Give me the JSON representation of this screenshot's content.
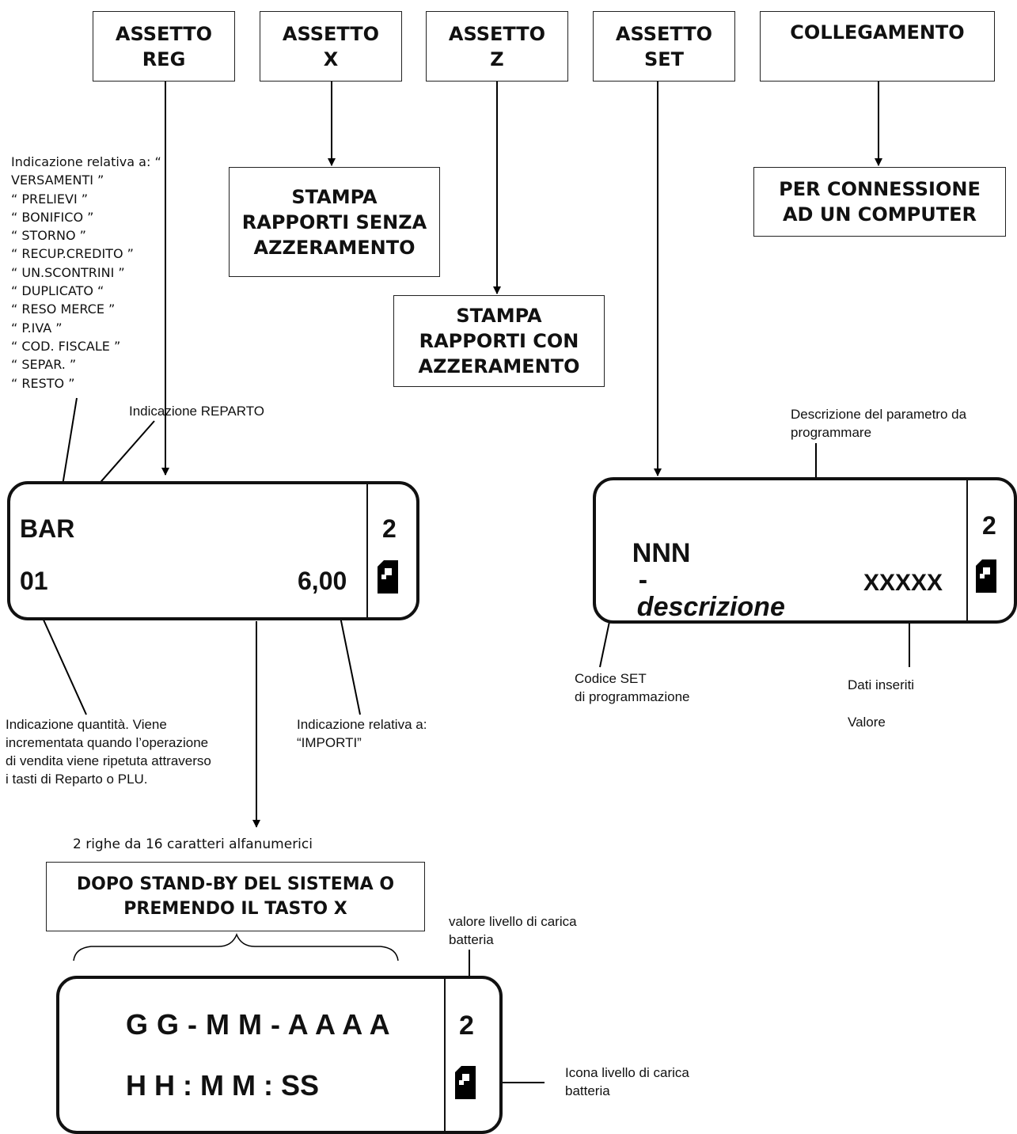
{
  "modes": {
    "reg": "ASSETTO\nREG",
    "x": "ASSETTO\nX",
    "z": "ASSETTO\nZ",
    "set": "ASSETTO\nSET",
    "link": "COLLEGAMENTO"
  },
  "results": {
    "x": "STAMPA\nRAPPORTI SENZA\nAZZERAMENTO",
    "z": "STAMPA\nRAPPORTI CON\nAZZERAMENTO",
    "link": "PER CONNESSIONE\nAD UN COMPUTER"
  },
  "reg_display": {
    "line1": "BAR",
    "qty": "01",
    "amount": "6,00",
    "battery_value": "2"
  },
  "set_display": {
    "code": "NNN",
    "separator": "-",
    "description": "descrizione",
    "value": "XXXXX",
    "battery_value": "2"
  },
  "standby_display": {
    "date": "G G - M M - A A A A",
    "time": "H H : M M : SS",
    "battery_value": "2"
  },
  "notes": {
    "reg_keys": "Indicazione relativa a: “\nVERSAMENTI ”\n“ PRELIEVI ”\n“ BONIFICO ”\n“ STORNO ”\n“ RECUP.CREDITO ”\n “ UN.SCONTRINI ”\n “ DUPLICATO “\n“ RESO MERCE ”\n“ P.IVA ”\n“ COD. FISCALE ”\n“ SEPAR. ”\n“ RESTO ”",
    "department": "Indicazione REPARTO",
    "quantity": "Indicazione quantità. Viene\nincrementata quando l’operazione\ndi vendita viene ripetuta attraverso\ni tasti di Reparto o PLU.",
    "amounts": "Indicazione relativa a:\n“IMPORTI”",
    "param_desc": "Descrizione del parametro  da\nprogrammare",
    "set_code": "Codice SET\ndi programmazione",
    "data_entered": "Dati inseriti",
    "value": "Valore",
    "rows_info": "2 righe da 16 caratteri alfanumerici",
    "standby": "DOPO STAND-BY DEL SISTEMA O\nPREMENDO IL TASTO X",
    "battery_value_label": "valore livello di carica\nbatteria",
    "battery_icon_label": "Icona livello di carica\nbatteria"
  }
}
